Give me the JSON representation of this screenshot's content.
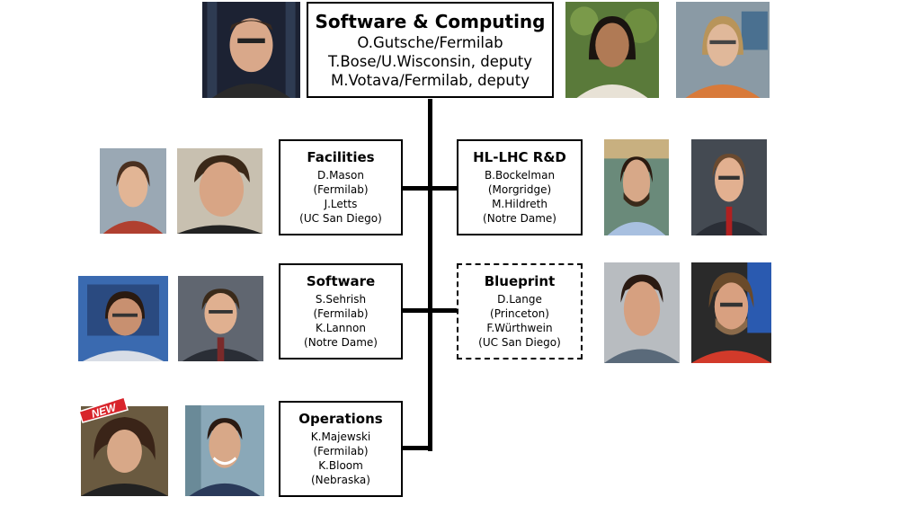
{
  "top": {
    "title": "Software & Computing",
    "lines": [
      "O.Gutsche/Fermilab",
      "T.Bose/U.Wisconsin, deputy",
      "M.Votava/Fermilab, deputy"
    ]
  },
  "facilities": {
    "title": "Facilities",
    "lines": [
      "D.Mason",
      "(Fermilab)",
      "J.Letts",
      "(UC San Diego)"
    ]
  },
  "hllhc": {
    "title": "HL-LHC R&D",
    "lines": [
      "B.Bockelman",
      "(Morgridge)",
      "M.Hildreth",
      "(Notre Dame)"
    ]
  },
  "software": {
    "title": "Software",
    "lines": [
      "S.Sehrish",
      "(Fermilab)",
      "K.Lannon",
      "(Notre Dame)"
    ]
  },
  "blueprint": {
    "title": "Blueprint",
    "lines": [
      "D.Lange",
      "(Princeton)",
      "F.Würthwein",
      "(UC San Diego)"
    ]
  },
  "operations": {
    "title": "Operations",
    "lines": [
      "K.Majewski",
      "(Fermilab)",
      "K.Bloom",
      "(Nebraska)"
    ]
  },
  "badge": {
    "text": "NEW",
    "color": "#d8242b"
  }
}
